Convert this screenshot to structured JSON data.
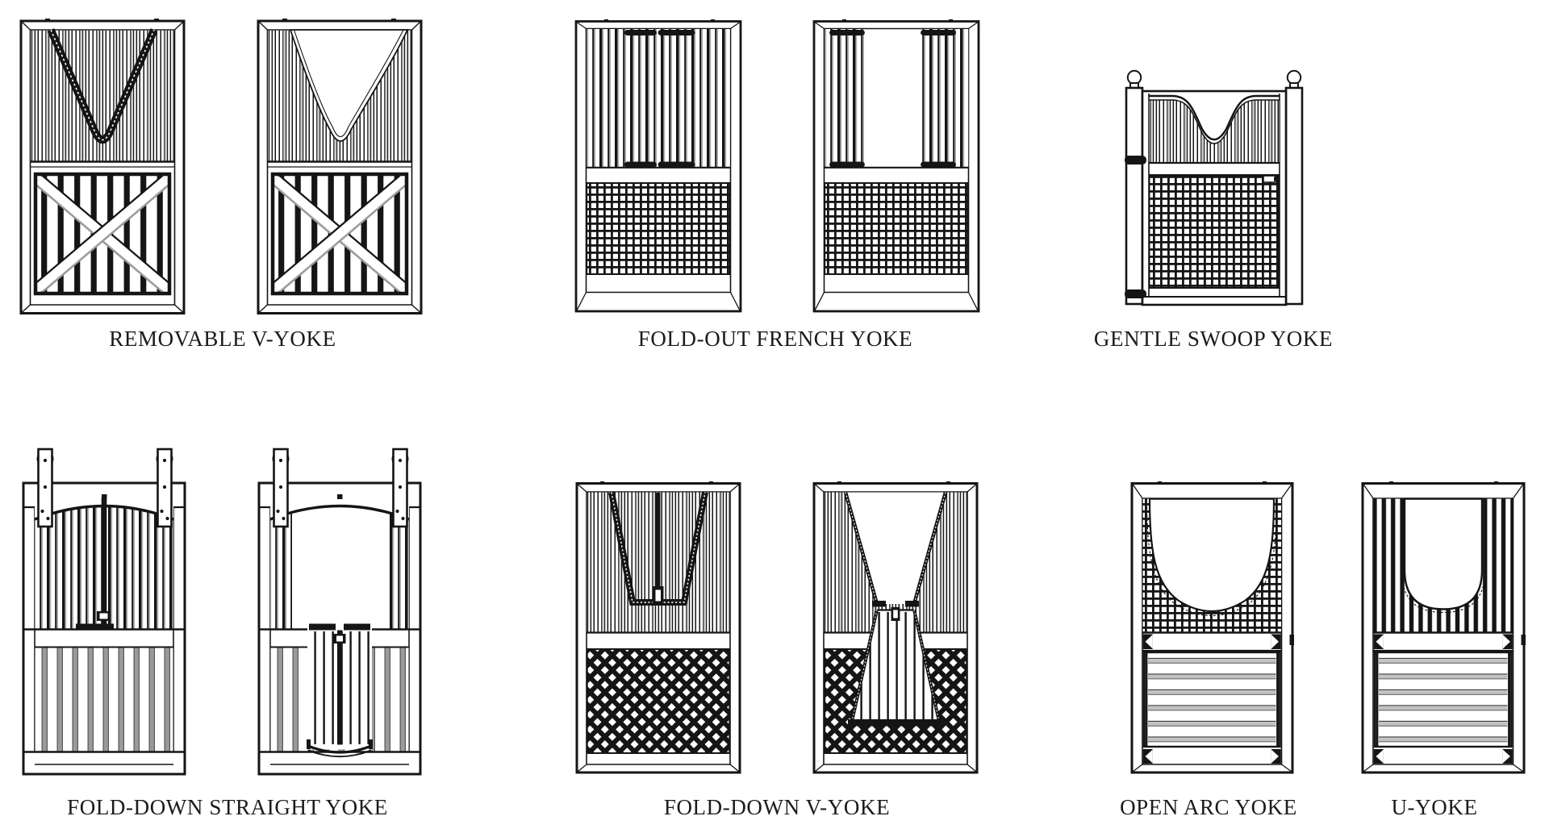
{
  "page": {
    "background": "#ffffff",
    "ink": "#151515",
    "shade_gray": "#9a9a9a"
  },
  "diagram": {
    "groups": [
      {
        "label": "REMOVABLE V-YOKE",
        "drawings": [
          "removable-v-yoke-door-with-yoke-installed",
          "removable-v-yoke-door-with-yoke-removed"
        ]
      },
      {
        "label": "FOLD-OUT FRENCH YOKE",
        "drawings": [
          "fold-out-french-yoke-door-closed",
          "fold-out-french-yoke-door-open"
        ]
      },
      {
        "label": "GENTLE SWOOP YOKE",
        "drawings": [
          "gentle-swoop-yoke-gate"
        ]
      },
      {
        "label": "FOLD-DOWN STRAIGHT YOKE",
        "drawings": [
          "fold-down-straight-yoke-door-up",
          "fold-down-straight-yoke-door-folded-down"
        ]
      },
      {
        "label": "FOLD-DOWN V-YOKE",
        "drawings": [
          "fold-down-v-yoke-door-up",
          "fold-down-v-yoke-door-folded-down"
        ]
      },
      {
        "label": "OPEN ARC YOKE",
        "drawings": [
          "open-arc-yoke-door"
        ]
      },
      {
        "label": "U-YOKE",
        "drawings": [
          "u-yoke-door"
        ]
      }
    ]
  }
}
